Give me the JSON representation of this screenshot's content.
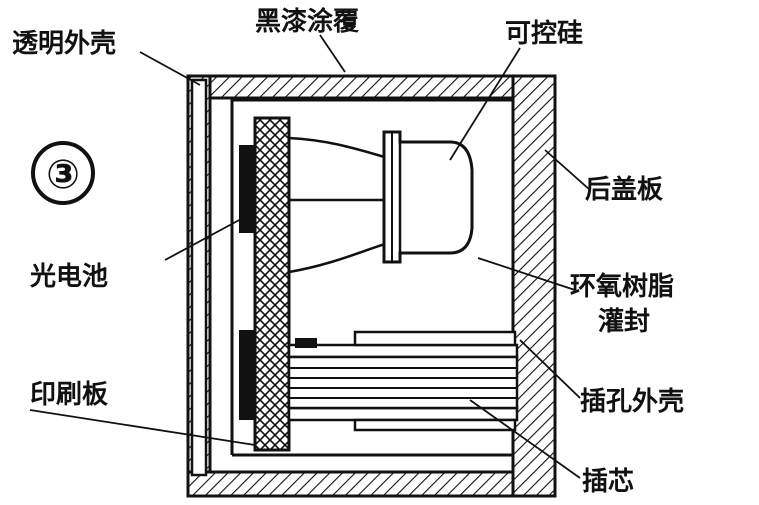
{
  "figure_number": "③",
  "labels": {
    "transparent_shell": "透明外壳",
    "black_paint": "黑漆涂覆",
    "scr": "可控硅",
    "rear_cover": "后盖板",
    "photocell": "光电池",
    "epoxy_line1": "环氧树脂",
    "epoxy_line2": "灌封",
    "pcb": "印刷板",
    "plug_shell": "插孔外壳",
    "plug_core": "插芯"
  }
}
